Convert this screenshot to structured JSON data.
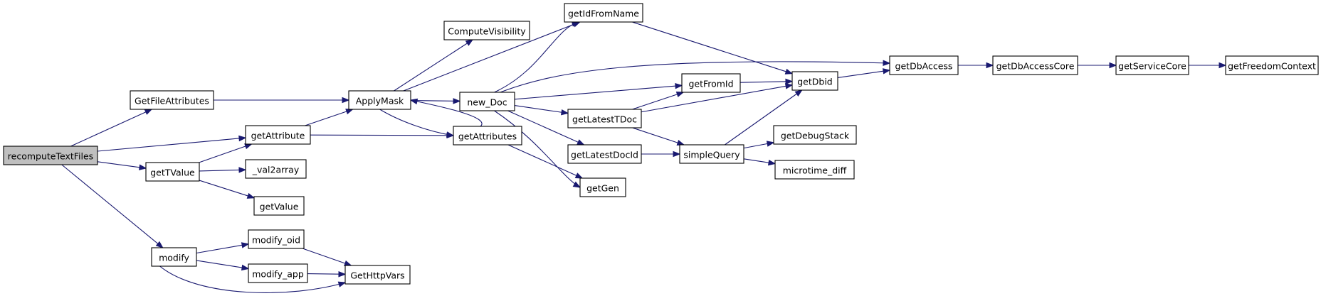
{
  "graph": {
    "nodes": [
      {
        "id": "recomputeTextFiles",
        "label": "recomputeTextFiles",
        "root": true
      },
      {
        "id": "GetFileAttributes",
        "label": "GetFileAttributes"
      },
      {
        "id": "getAttribute",
        "label": "getAttribute"
      },
      {
        "id": "getTValue",
        "label": "getTValue"
      },
      {
        "id": "modify",
        "label": "modify"
      },
      {
        "id": "ApplyMask",
        "label": "ApplyMask"
      },
      {
        "id": "ComputeVisibility",
        "label": "ComputeVisibility"
      },
      {
        "id": "getIdFromName",
        "label": "getIdFromName"
      },
      {
        "id": "new_Doc",
        "label": "new_Doc"
      },
      {
        "id": "getAttributes",
        "label": "getAttributes"
      },
      {
        "id": "_val2array",
        "label": "_val2array"
      },
      {
        "id": "getValue",
        "label": "getValue"
      },
      {
        "id": "modify_oid",
        "label": "modify_oid"
      },
      {
        "id": "modify_app",
        "label": "modify_app"
      },
      {
        "id": "GetHttpVars",
        "label": "GetHttpVars"
      },
      {
        "id": "getFromId",
        "label": "getFromId"
      },
      {
        "id": "getLatestTDoc",
        "label": "getLatestTDoc"
      },
      {
        "id": "getLatestDocId",
        "label": "getLatestDocId"
      },
      {
        "id": "getGen",
        "label": "getGen"
      },
      {
        "id": "getDbid",
        "label": "getDbid"
      },
      {
        "id": "simpleQuery",
        "label": "simpleQuery"
      },
      {
        "id": "getDebugStack",
        "label": "getDebugStack"
      },
      {
        "id": "microtime_diff",
        "label": "microtime_diff"
      },
      {
        "id": "getDbAccess",
        "label": "getDbAccess"
      },
      {
        "id": "getDbAccessCore",
        "label": "getDbAccessCore"
      },
      {
        "id": "getServiceCore",
        "label": "getServiceCore"
      },
      {
        "id": "getFreedomContext",
        "label": "getFreedomContext"
      }
    ],
    "edges": [
      {
        "from": "recomputeTextFiles",
        "to": "GetFileAttributes"
      },
      {
        "from": "recomputeTextFiles",
        "to": "getAttribute"
      },
      {
        "from": "recomputeTextFiles",
        "to": "getTValue"
      },
      {
        "from": "recomputeTextFiles",
        "to": "modify"
      },
      {
        "from": "GetFileAttributes",
        "to": "ApplyMask"
      },
      {
        "from": "getAttribute",
        "to": "ApplyMask"
      },
      {
        "from": "getAttribute",
        "to": "getAttributes"
      },
      {
        "from": "getTValue",
        "to": "getAttribute"
      },
      {
        "from": "getTValue",
        "to": "_val2array"
      },
      {
        "from": "getTValue",
        "to": "getValue"
      },
      {
        "from": "modify",
        "to": "modify_oid"
      },
      {
        "from": "modify",
        "to": "modify_app"
      },
      {
        "from": "modify",
        "to": "GetHttpVars"
      },
      {
        "from": "modify_oid",
        "to": "GetHttpVars"
      },
      {
        "from": "modify_app",
        "to": "GetHttpVars"
      },
      {
        "from": "ApplyMask",
        "to": "ComputeVisibility"
      },
      {
        "from": "ApplyMask",
        "to": "getIdFromName"
      },
      {
        "from": "ApplyMask",
        "to": "new_Doc"
      },
      {
        "from": "ApplyMask",
        "to": "getAttributes"
      },
      {
        "from": "getAttributes",
        "to": "ApplyMask"
      },
      {
        "from": "getAttributes",
        "to": "getGen"
      },
      {
        "from": "new_Doc",
        "to": "getIdFromName"
      },
      {
        "from": "new_Doc",
        "to": "getDbAccess"
      },
      {
        "from": "new_Doc",
        "to": "getFromId"
      },
      {
        "from": "new_Doc",
        "to": "getLatestTDoc"
      },
      {
        "from": "new_Doc",
        "to": "getLatestDocId"
      },
      {
        "from": "new_Doc",
        "to": "getGen"
      },
      {
        "from": "getIdFromName",
        "to": "getDbid"
      },
      {
        "from": "getFromId",
        "to": "getDbid"
      },
      {
        "from": "getLatestTDoc",
        "to": "getFromId"
      },
      {
        "from": "getLatestTDoc",
        "to": "getDbid"
      },
      {
        "from": "getLatestTDoc",
        "to": "simpleQuery"
      },
      {
        "from": "getLatestDocId",
        "to": "simpleQuery"
      },
      {
        "from": "simpleQuery",
        "to": "getDbid"
      },
      {
        "from": "simpleQuery",
        "to": "getDebugStack"
      },
      {
        "from": "simpleQuery",
        "to": "microtime_diff"
      },
      {
        "from": "getDbid",
        "to": "getDbAccess"
      },
      {
        "from": "getDbAccess",
        "to": "getDbAccessCore"
      },
      {
        "from": "getDbAccessCore",
        "to": "getServiceCore"
      },
      {
        "from": "getServiceCore",
        "to": "getFreedomContext"
      }
    ],
    "colors": {
      "edge": "#191970",
      "node_border": "#000000",
      "node_fill": "#ffffff",
      "root_fill": "#bfbfbf"
    }
  }
}
